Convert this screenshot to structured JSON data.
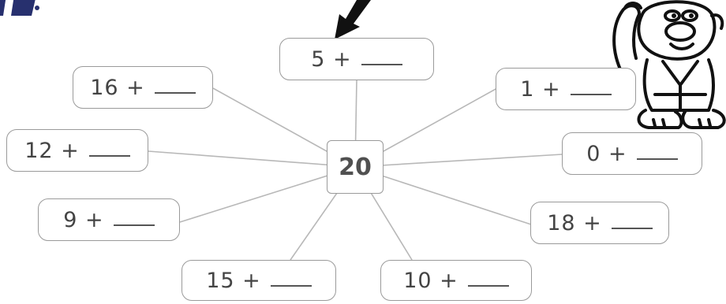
{
  "center": {
    "value": "20"
  },
  "problems": [
    {
      "id": "p5",
      "text": "5 +"
    },
    {
      "id": "p16",
      "text": "16 +"
    },
    {
      "id": "p1",
      "text": "1 +"
    },
    {
      "id": "p12",
      "text": "12 +"
    },
    {
      "id": "p0",
      "text": "0 +"
    },
    {
      "id": "p9",
      "text": "9 +"
    },
    {
      "id": "p18",
      "text": "18 +"
    },
    {
      "id": "p15",
      "text": "15 +"
    },
    {
      "id": "p10",
      "text": "10 +"
    }
  ],
  "icons": {
    "corner": "blue-corner-shape-icon",
    "pointer": "black-arrow-icon",
    "mascot": "cartoon-bear-mascot-icon"
  },
  "colors": {
    "ink": "#444444",
    "border": "#9a9a9a",
    "spoke": "#b8b8b8",
    "corner_blue": "#27306e"
  }
}
